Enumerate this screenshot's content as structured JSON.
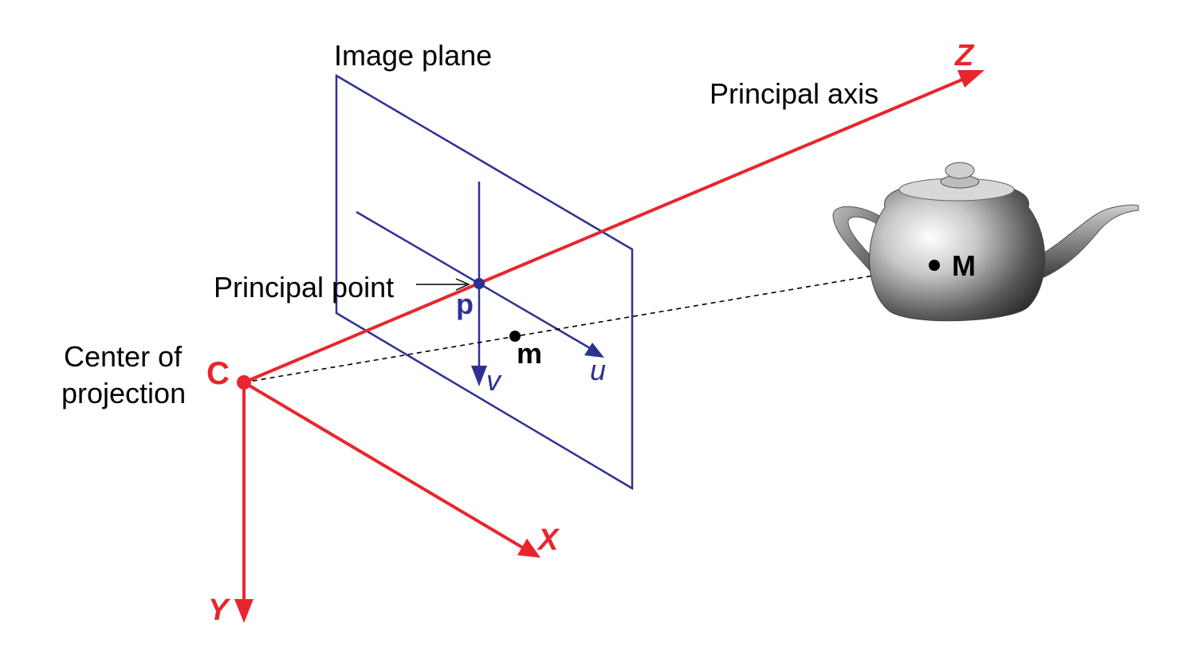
{
  "labels": {
    "image_plane": "Image plane",
    "principal_axis": "Principal axis",
    "principal_point": "Principal point",
    "center_line1": "Center of",
    "center_line2": "projection",
    "C": "C",
    "p": "p",
    "m": "m",
    "M": "M",
    "X": "X",
    "Y": "Y",
    "Z": "Z",
    "u": "u",
    "v": "v"
  },
  "colors": {
    "camera_axes": "#e8262d",
    "image_plane": "#2e3192",
    "points": "#000000"
  },
  "icons": {
    "object": "teapot"
  }
}
